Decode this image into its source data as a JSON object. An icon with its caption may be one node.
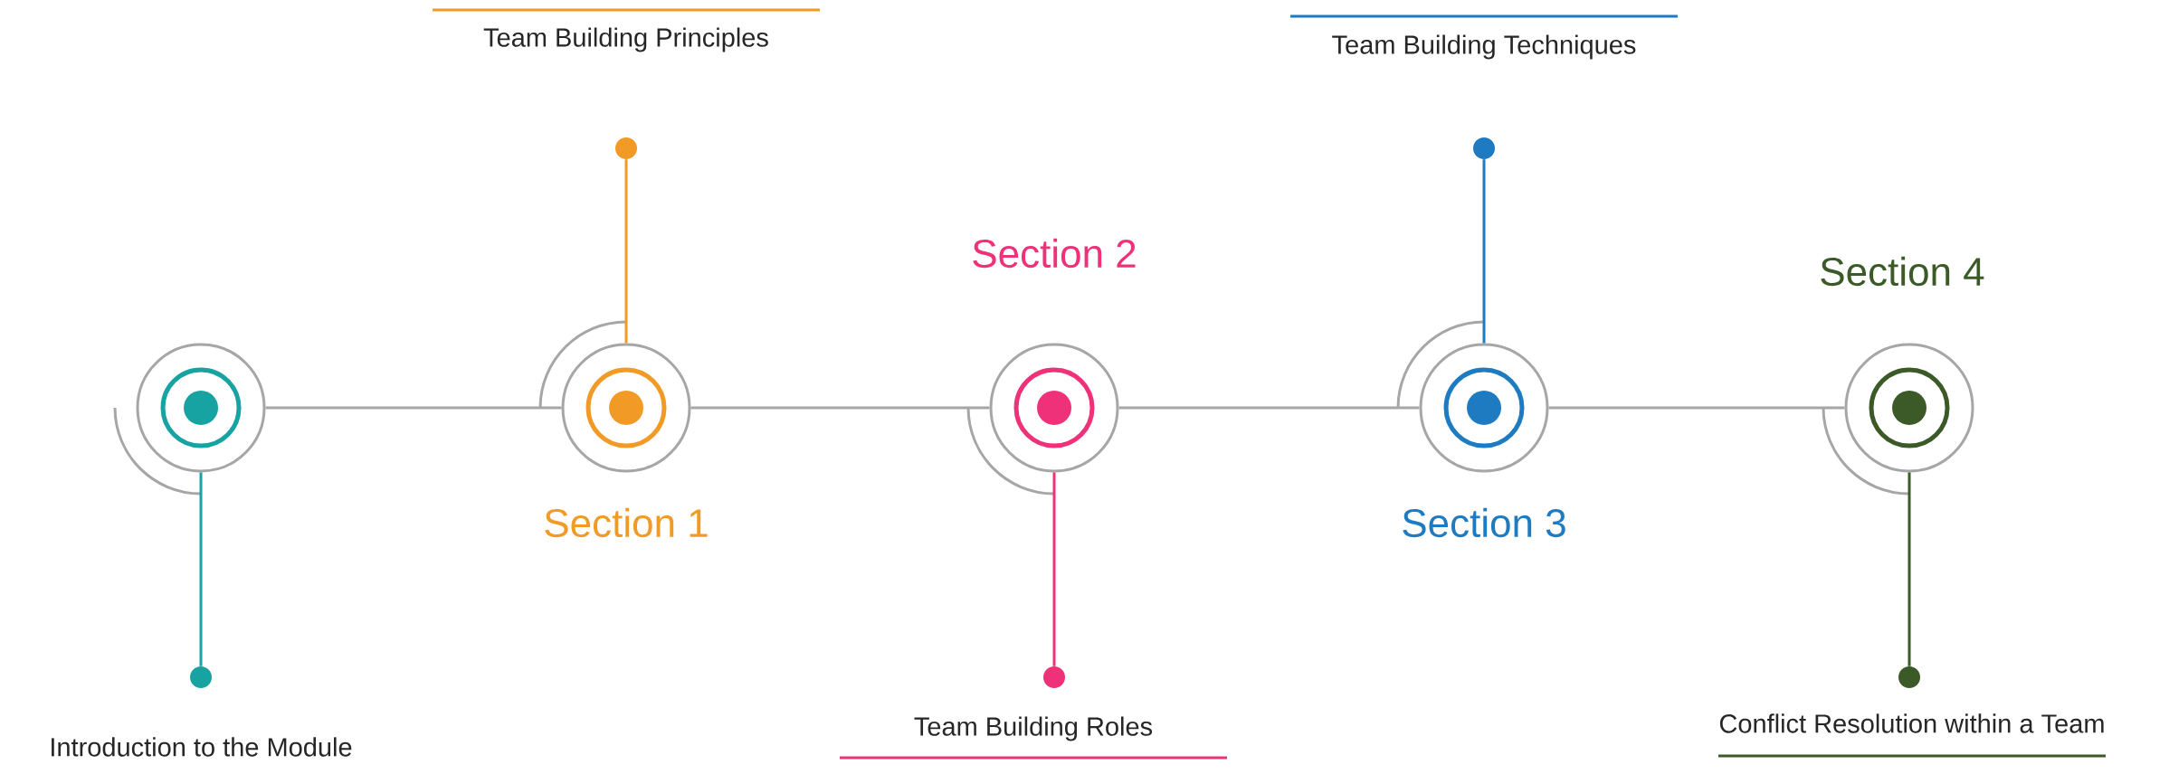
{
  "diagram": {
    "nodes": [
      {
        "text": [],
        "shape": "circle"
      },
      {
        "text": [],
        "shape": "circle",
        "beside": [
          "Section 1"
        ]
      },
      {
        "text": [],
        "shape": "circle",
        "beside": [
          "Section 2"
        ]
      },
      {
        "text": [],
        "shape": "circle",
        "beside": [
          "Section 3"
        ]
      },
      {
        "text": [],
        "shape": "circle",
        "beside": [
          "Section 4"
        ]
      },
      {
        "text": [],
        "shape": "circle",
        "beside": [
          "Introduction to the Module"
        ]
      },
      {
        "text": [],
        "shape": "circle",
        "beside": [
          "Team Building Principles"
        ]
      },
      {
        "text": [],
        "shape": "circle",
        "beside": [
          "Team Building Roles"
        ]
      },
      {
        "text": [],
        "shape": "circle",
        "beside": [
          "Team Building Techniques"
        ]
      },
      {
        "text": [],
        "shape": "circle",
        "beside": [
          "Conflict Resolution within a Team"
        ]
      }
    ],
    "edges": [
      {
        "from": 0,
        "to": 1,
        "arrow": "none"
      },
      {
        "from": 1,
        "to": 2,
        "arrow": "none"
      },
      {
        "from": 2,
        "to": 3,
        "arrow": "none"
      },
      {
        "from": 3,
        "to": 4,
        "arrow": "none"
      },
      {
        "from": 0,
        "to": 5,
        "arrow": "none",
        "color": "#16a3a1"
      },
      {
        "from": 1,
        "to": 6,
        "arrow": "none",
        "color": "#f29a26"
      },
      {
        "from": 2,
        "to": 7,
        "arrow": "none",
        "color": "#ee3179"
      },
      {
        "from": 3,
        "to": 8,
        "arrow": "none",
        "color": "#1f7bc1"
      },
      {
        "from": 4,
        "to": 9,
        "arrow": "none",
        "color": "#3b5a27"
      }
    ]
  }
}
